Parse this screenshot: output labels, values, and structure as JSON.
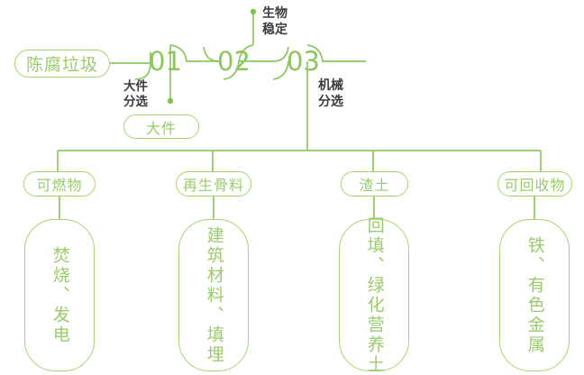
{
  "diagram": {
    "title_node": {
      "label": "陈腐垃圾"
    },
    "stages": [
      {
        "id": "01",
        "number": "01",
        "caption": "大件\n分选",
        "caption_line1": "大件",
        "caption_line2": "分选",
        "output": "大件"
      },
      {
        "id": "02",
        "number": "02",
        "caption_line1": "生物",
        "caption_line2": "稳定",
        "output": ""
      },
      {
        "id": "03",
        "number": "03",
        "caption_line1": "机械",
        "caption_line2": "分选",
        "output": ""
      }
    ],
    "branch_pills": [
      {
        "label": "可燃物"
      },
      {
        "label": "再生骨料"
      },
      {
        "label": "渣土"
      },
      {
        "label": "可回收物"
      }
    ],
    "branch_boxes": [
      {
        "text": "焚烧、发电"
      },
      {
        "text": "建筑材料、填埋"
      },
      {
        "text": "回填、绿化营养土"
      },
      {
        "text": "铁、有色金属"
      }
    ],
    "side_output": {
      "label": "大件"
    },
    "colors": {
      "line_green": "#8ec75f",
      "pill_green": "#a5d66e",
      "text_green": "#9acb6d",
      "caption_dark": "#3b3b3b",
      "background": "#ffffff"
    }
  }
}
